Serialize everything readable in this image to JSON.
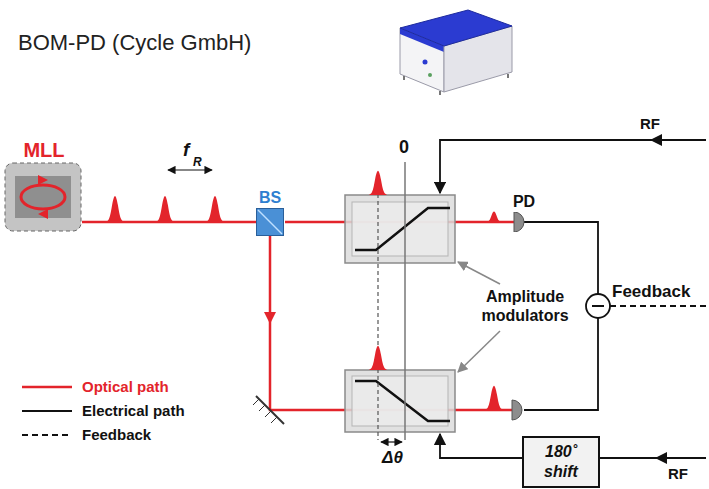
{
  "diagram": {
    "title": "BOM-PD (Cycle GmbH)",
    "nodes": [
      {
        "text": [
          "MLL"
        ]
      },
      {
        "text": [
          "BS"
        ]
      },
      {
        "text": [
          "PD"
        ]
      },
      {
        "text": [
          "180˚ shift"
        ]
      }
    ],
    "edges": [
      {
        "from": 0,
        "to": 1,
        "arrow": "none"
      }
    ],
    "labels": [
      "f",
      "R",
      "0",
      "Amplitude modulators",
      "Feedback",
      "Δθ",
      "RF",
      "RF"
    ],
    "legend": [
      {
        "text": "Optical path"
      },
      {
        "text": "Electrical path"
      },
      {
        "text": "Feedback"
      }
    ]
  }
}
